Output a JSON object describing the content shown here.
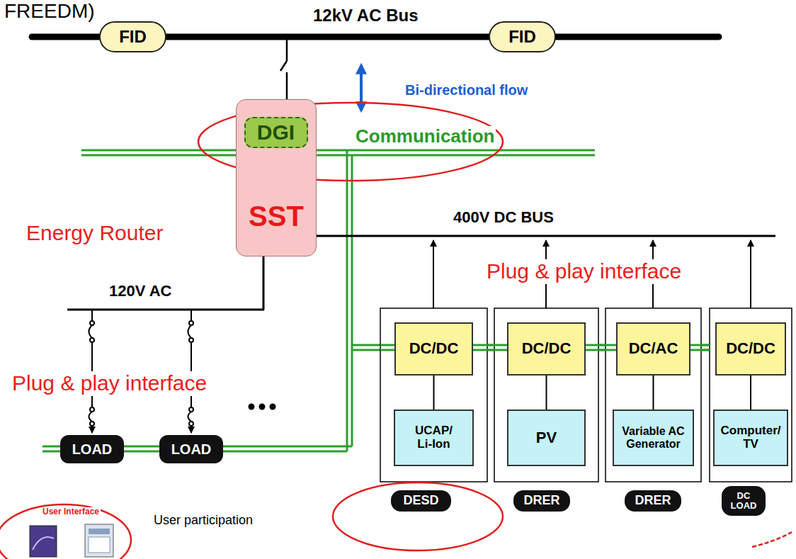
{
  "diagram": {
    "nodes": [
      {
        "text": [
          "FID"
        ]
      },
      {
        "text": [
          "FID"
        ]
      },
      {
        "text": [
          "SST"
        ]
      },
      {
        "text": [
          "DGI"
        ],
        "in": 2
      },
      {
        "text": [
          "LOAD"
        ]
      },
      {
        "text": [
          "LOAD"
        ]
      },
      {
        "text": [
          "DC/DC"
        ]
      },
      {
        "text": [
          "UCAP/ Li-Ion"
        ]
      },
      {
        "text": [
          "DESD"
        ]
      },
      {
        "text": [
          "DC/DC"
        ]
      },
      {
        "text": [
          "PV"
        ]
      },
      {
        "text": [
          "DRER"
        ]
      },
      {
        "text": [
          "DC/AC"
        ]
      },
      {
        "text": [
          "Variable AC Generator"
        ]
      },
      {
        "text": [
          "DRER"
        ]
      },
      {
        "text": [
          "DC/DC"
        ]
      },
      {
        "text": [
          "Computer/ TV"
        ]
      },
      {
        "text": [
          "DC LOAD"
        ]
      }
    ],
    "edges": [
      {
        "from": 6,
        "to": 7,
        "arrow": "none"
      },
      {
        "from": 9,
        "to": 10,
        "arrow": "none"
      },
      {
        "from": 12,
        "to": 13,
        "arrow": "none"
      },
      {
        "from": 15,
        "to": 16,
        "arrow": "none"
      }
    ],
    "labels": [
      "FREEDM)",
      "12kV AC Bus",
      "Bi-directional flow",
      "Communication",
      "Energy Router",
      "400V DC BUS",
      "120V AC",
      "Plug & play interface",
      "Plug & play interface",
      "User Interface",
      "User participation"
    ]
  }
}
